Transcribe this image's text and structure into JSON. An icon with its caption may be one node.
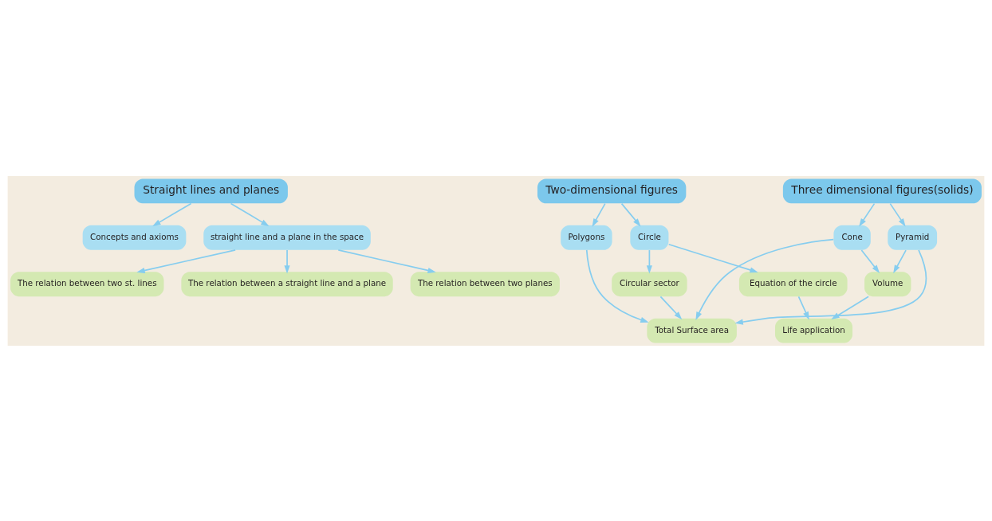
{
  "diagram": {
    "nodes": [
      {
        "text": [
          "Straight lines and planes"
        ]
      },
      {
        "text": [
          "Two-dimensional figures"
        ]
      },
      {
        "text": [
          "Three dimensional figures(solids)"
        ]
      },
      {
        "text": [
          "Concepts and axioms"
        ]
      },
      {
        "text": [
          "Circle"
        ]
      },
      {
        "text": [
          "Polygons"
        ]
      },
      {
        "text": [
          "Cone"
        ]
      },
      {
        "text": [
          "Pyramid"
        ]
      },
      {
        "text": [
          "Circular sector"
        ]
      },
      {
        "text": [
          "Total Surface area"
        ]
      },
      {
        "text": [
          "straight line and a plane in the space"
        ]
      },
      {
        "text": [
          "Volume"
        ]
      },
      {
        "text": [
          "The relation between two st. lines"
        ]
      },
      {
        "text": [
          "Equation of the circle"
        ]
      },
      {
        "text": [
          "Life application"
        ]
      },
      {
        "text": [
          "The relation between a straight line and a plane"
        ]
      },
      {
        "text": [
          "The relation between two planes"
        ]
      }
    ],
    "edges": [
      {
        "from": 0,
        "to": 3,
        "arrow": "to"
      },
      {
        "from": 0,
        "to": 10,
        "arrow": "to"
      },
      {
        "from": 1,
        "to": 4,
        "arrow": "to"
      },
      {
        "from": 1,
        "to": 5,
        "arrow": "to"
      },
      {
        "from": 2,
        "to": 6,
        "arrow": "to"
      },
      {
        "from": 2,
        "to": 7,
        "arrow": "to"
      },
      {
        "from": 4,
        "to": 8,
        "arrow": "to"
      },
      {
        "from": 4,
        "to": 13,
        "arrow": "to"
      },
      {
        "from": 5,
        "to": 9,
        "arrow": "to"
      },
      {
        "from": 8,
        "to": 9,
        "arrow": "to"
      },
      {
        "from": 6,
        "to": 9,
        "arrow": "to"
      },
      {
        "from": 7,
        "to": 9,
        "arrow": "to"
      },
      {
        "from": 6,
        "to": 11,
        "arrow": "to"
      },
      {
        "from": 7,
        "to": 11,
        "arrow": "to"
      },
      {
        "from": 10,
        "to": 12,
        "arrow": "to"
      },
      {
        "from": 10,
        "to": 15,
        "arrow": "to"
      },
      {
        "from": 10,
        "to": 16,
        "arrow": "to"
      },
      {
        "from": 13,
        "to": 14,
        "arrow": "to"
      },
      {
        "from": 11,
        "to": 14,
        "arrow": "to"
      }
    ]
  }
}
